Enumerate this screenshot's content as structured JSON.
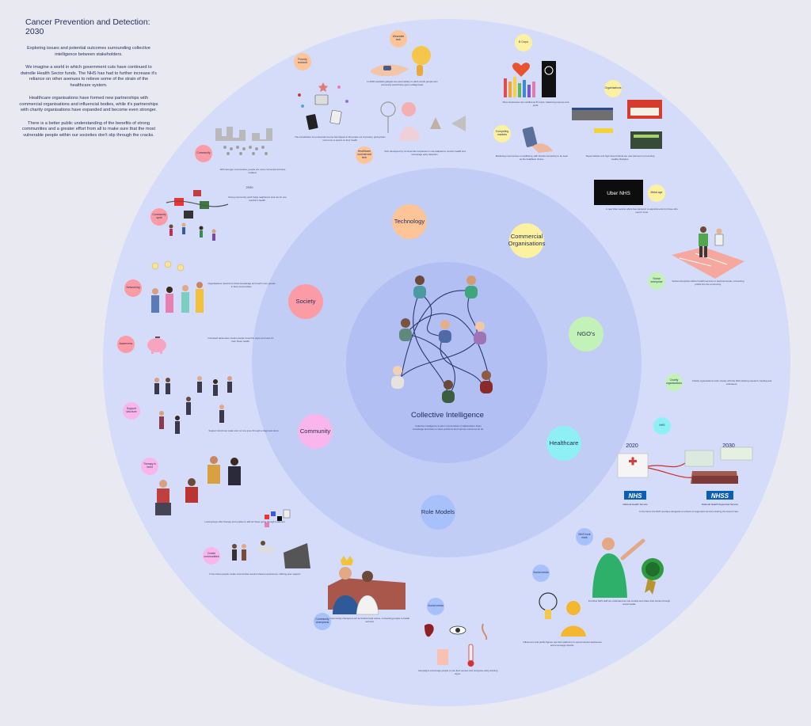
{
  "intro": {
    "title": "Cancer Prevention and Detection: 2030",
    "p1": "Exploring issues and potential outcomes surrounding collective intelligence between stakeholders.",
    "p2": "We imagine a world in which government cuts have continued to dwindle Health Sector funds. The NHS has had to further increase it's reliance on other avenues to relieve some of the strain of the healthcare system.",
    "p3": "Healthcare organisations have formed new partnerships with commercial organisations and influencial bodies, while it's partnerships with charity organisations have expanded and become even stronger.",
    "p4": "There is a better public understanding of the benefits of strong communities and a greater effort from all to make sure that the most vulnerable people within our societies don't slip through the cracks."
  },
  "center": {
    "title": "Collective Intelligence",
    "body": "Collective intelligence is when communities of stakeholders share knowledge and ideas to solve problems and improve outcomes for all."
  },
  "categories": {
    "technology": "Technology",
    "commercial": "Commercial Organisations",
    "ngos": "NGO's",
    "healthcare": "Healthcare",
    "role_models": "Role Models",
    "community": "Community",
    "society": "Society"
  },
  "subtopics": {
    "wearable": "Wearable tech",
    "poverty": "Poverty reduced",
    "commercial_tech": "Healthcare commercial tech",
    "bcorps": "B Corps",
    "organisations": "Organisations",
    "marketing": "Competing markets",
    "metal": "Metal age",
    "social_enterprise": "Social enterprise",
    "charity": "Charity organisations",
    "nhs": "NHS",
    "nhs_trust": "NHS front mark",
    "social_media_1": "Social media",
    "social_media_2": "Social media",
    "champions": "Community champions",
    "comms": "Create communities",
    "therapy": "Therapy in need",
    "support": "Support structure",
    "awareness": "Awareness",
    "networking": "Networking",
    "community_spirit": "Community spirit",
    "community_s": "Community"
  },
  "labels": {
    "uber": "Uber NHS",
    "nhs_logo": "NHS",
    "nhs_service": "National Health Service",
    "nhssfs": "NHSS",
    "nhssfs_service": "National Health Supported Service",
    "year_2020": "2020",
    "year_2030": "2030",
    "year_small": "2030"
  },
  "captions": {
    "wearable": "In 2030 wearable gadgets are used widely to catch at-risk people who previously would have gone undiagnosed.",
    "poverty": "The introduction of a universal income has helped to lift people out of poverty, giving them more time to spend on their health.",
    "commtech": "Tech developed by commercial companies is now adapted to monitor health and encourage early detection.",
    "bcorp": "More businesses are certified as B Corps, balancing purpose and profit.",
    "organisations": "Supermarkets and high street brands are now partners in promoting healthy lifestyles.",
    "competing": "Marketing now focuses on wellbeing, with brands competing to be seen as the healthiest choice.",
    "metal": "A new Uber service offers free transport to appointments for those who need it most.",
    "social_ent": "Social enterprises deliver health services in deprived areas, reinvesting profits into the community.",
    "charity": "Charity organisations work closely with the NHS sharing research, funding and volunteers.",
    "nhs": "In the future the NHS operates alongside a network of supported services sharing the load of care.",
    "frontline": "Frontline NHS staff are celebrated as role models and share their stories through social media.",
    "socialmedia1": "Influencers and public figures use their platforms to spread cancer awareness and encourage checks.",
    "socialmedia2": "Campaigns encourage people to use their senses and recognise early warning signs.",
    "champions": "Community champions act as trusted local voices, connecting people to health services.",
    "createcomm": "In the future people create communities around shared experiences, offering peer support.",
    "therapy": "Local groups offer therapy and a place to talk for those going through treatment.",
    "support": "Support structures make sure no one goes through a diagnosis alone.",
    "awareness": "Increased awareness means people know the signs and save for their future health.",
    "networking": "Organisations network to share knowledge and reach more people in their communities.",
    "spirit": "Strong community spirit helps neighbours look out for one another's health.",
    "community": "With stronger communities, people are more connected and less isolated."
  },
  "colors": {
    "outer_ring": "#d4dcf9",
    "mid_ring": "#c2cdf6",
    "inner_ring": "#b1bff3",
    "technology": "#fcc497",
    "commercial": "#fbf1a0",
    "ngo": "#c3f2b8",
    "society": "#fb9ba5",
    "community": "#f9b6ec",
    "healthcare": "#8ef0f5",
    "role_models": "#a7c2fb",
    "nhs_blue": "#0a5fb4"
  }
}
